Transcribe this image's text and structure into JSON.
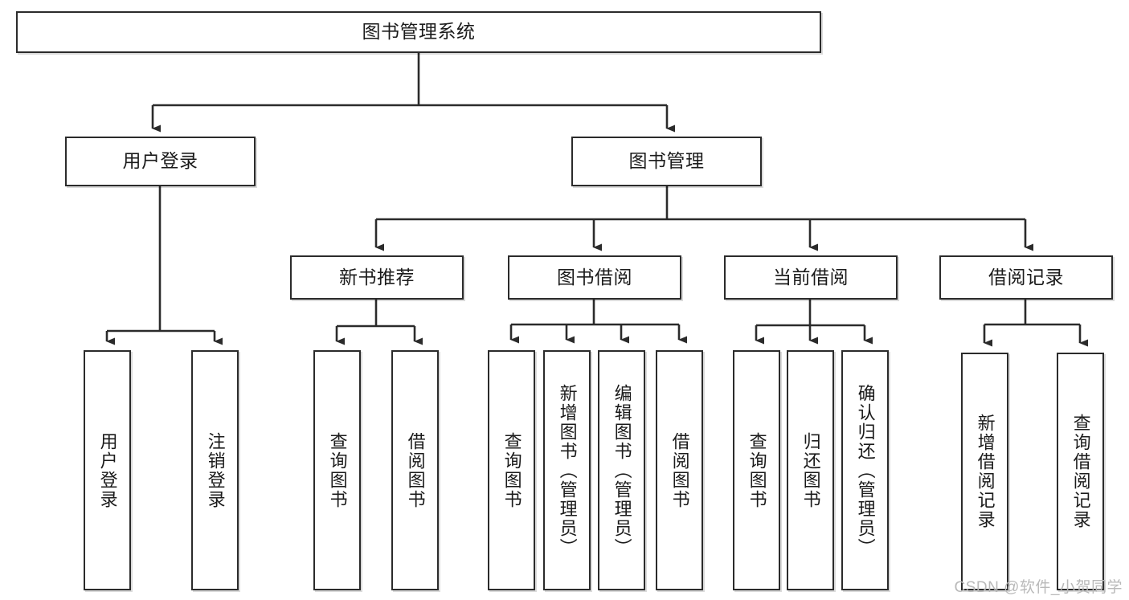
{
  "diagram": {
    "title": "图书管理系统",
    "type": "tree",
    "watermark": "CSDN @软件_小贺同学",
    "colors": {
      "box_border": "#2b2b2b",
      "box_fill": "#ffffff",
      "edge": "#2b2b2b",
      "text": "#1b1b1b",
      "watermark": "#b9b9b9"
    },
    "nodes": {
      "root": {
        "label": "图书管理系统"
      },
      "level1": [
        {
          "label": "用户登录"
        },
        {
          "label": "图书管理"
        }
      ],
      "level2": [
        {
          "label": "新书推荐"
        },
        {
          "label": "图书借阅"
        },
        {
          "label": "当前借阅"
        },
        {
          "label": "借阅记录"
        }
      ],
      "leaves": {
        "user_login": [
          {
            "label": "用户登录"
          },
          {
            "label": "注销登录"
          }
        ],
        "new_book_recommend": [
          {
            "label": "查询图书"
          },
          {
            "label": "借阅图书"
          }
        ],
        "book_borrow": [
          {
            "label": "查询图书"
          },
          {
            "label": "新增图书（管理员）"
          },
          {
            "label": "编辑图书（管理员）"
          },
          {
            "label": "借阅图书"
          }
        ],
        "current_borrow": [
          {
            "label": "查询图书"
          },
          {
            "label": "归还图书"
          },
          {
            "label": "确认归还（管理员）"
          }
        ],
        "borrow_records": [
          {
            "label": "新增借阅记录"
          },
          {
            "label": "查询借阅记录"
          }
        ]
      }
    }
  }
}
